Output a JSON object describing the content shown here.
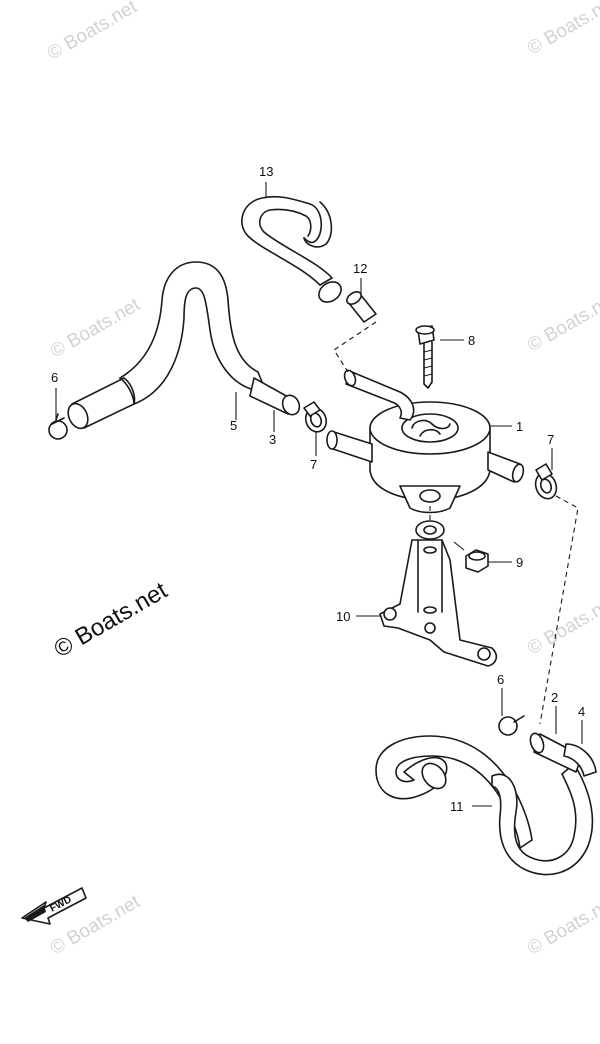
{
  "watermark": "© Boats.net",
  "copyright": "© Boats.net",
  "fwd_label": "FWD",
  "callouts": [
    "1",
    "2",
    "3",
    "4",
    "5",
    "6",
    "6",
    "7",
    "7",
    "8",
    "9",
    "10",
    "11",
    "12",
    "13"
  ],
  "colors": {
    "line": "#1a1a1a",
    "watermark": "#d2d2d2"
  }
}
